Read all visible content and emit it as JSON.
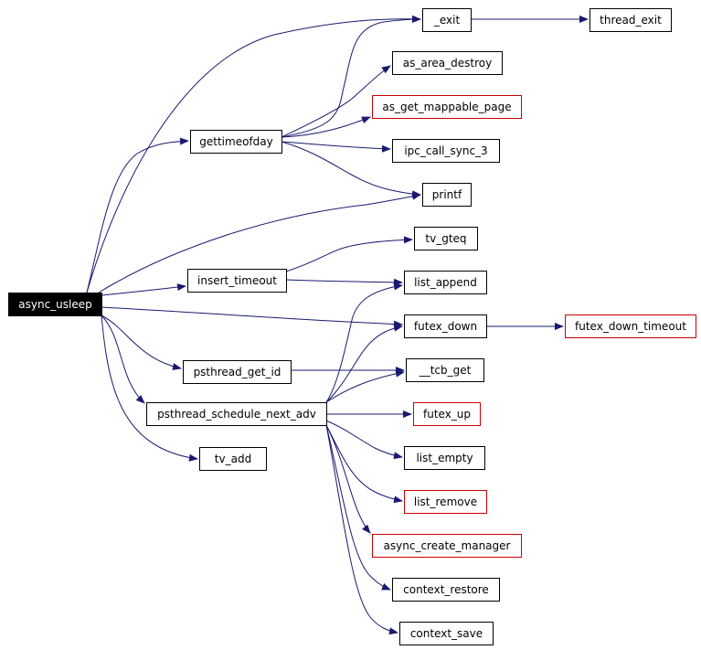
{
  "diagram": {
    "colors": {
      "edge": "#191970",
      "border": "#000000",
      "border_incomplete": "#cc0000",
      "root_fill": "#000000",
      "root_text": "#ffffff",
      "node_fill": "#ffffff",
      "node_text": "#000000"
    },
    "nodes": [
      {
        "id": "async_usleep",
        "label": "async_usleep",
        "style": "root"
      },
      {
        "id": "_exit",
        "label": "_exit",
        "style": "normal"
      },
      {
        "id": "thread_exit",
        "label": "thread_exit",
        "style": "normal"
      },
      {
        "id": "as_area_destroy",
        "label": "as_area_destroy",
        "style": "normal"
      },
      {
        "id": "as_get_mappable_page",
        "label": "as_get_mappable_page",
        "style": "incomplete"
      },
      {
        "id": "gettimeofday",
        "label": "gettimeofday",
        "style": "normal"
      },
      {
        "id": "ipc_call_sync_3",
        "label": "ipc_call_sync_3",
        "style": "normal"
      },
      {
        "id": "printf",
        "label": "printf",
        "style": "normal"
      },
      {
        "id": "tv_gteq",
        "label": "tv_gteq",
        "style": "normal"
      },
      {
        "id": "insert_timeout",
        "label": "insert_timeout",
        "style": "normal"
      },
      {
        "id": "list_append",
        "label": "list_append",
        "style": "normal"
      },
      {
        "id": "futex_down",
        "label": "futex_down",
        "style": "normal"
      },
      {
        "id": "futex_down_timeout",
        "label": "futex_down_timeout",
        "style": "incomplete"
      },
      {
        "id": "psthread_get_id",
        "label": "psthread_get_id",
        "style": "normal"
      },
      {
        "id": "__tcb_get",
        "label": "__tcb_get",
        "style": "normal"
      },
      {
        "id": "psthread_schedule_next_adv",
        "label": "psthread_schedule_next_adv",
        "style": "normal"
      },
      {
        "id": "futex_up",
        "label": "futex_up",
        "style": "incomplete"
      },
      {
        "id": "tv_add",
        "label": "tv_add",
        "style": "normal"
      },
      {
        "id": "list_empty",
        "label": "list_empty",
        "style": "normal"
      },
      {
        "id": "list_remove",
        "label": "list_remove",
        "style": "incomplete"
      },
      {
        "id": "async_create_manager",
        "label": "async_create_manager",
        "style": "incomplete"
      },
      {
        "id": "context_restore",
        "label": "context_restore",
        "style": "normal"
      },
      {
        "id": "context_save",
        "label": "context_save",
        "style": "normal"
      }
    ],
    "edges": [
      [
        "async_usleep",
        "_exit"
      ],
      [
        "async_usleep",
        "gettimeofday"
      ],
      [
        "async_usleep",
        "printf"
      ],
      [
        "async_usleep",
        "insert_timeout"
      ],
      [
        "async_usleep",
        "futex_down"
      ],
      [
        "async_usleep",
        "psthread_get_id"
      ],
      [
        "async_usleep",
        "psthread_schedule_next_adv"
      ],
      [
        "async_usleep",
        "tv_add"
      ],
      [
        "_exit",
        "thread_exit"
      ],
      [
        "gettimeofday",
        "_exit"
      ],
      [
        "gettimeofday",
        "as_area_destroy"
      ],
      [
        "gettimeofday",
        "as_get_mappable_page"
      ],
      [
        "gettimeofday",
        "ipc_call_sync_3"
      ],
      [
        "gettimeofday",
        "printf"
      ],
      [
        "insert_timeout",
        "tv_gteq"
      ],
      [
        "insert_timeout",
        "list_append"
      ],
      [
        "futex_down",
        "futex_down_timeout"
      ],
      [
        "psthread_get_id",
        "__tcb_get"
      ],
      [
        "psthread_schedule_next_adv",
        "list_append"
      ],
      [
        "psthread_schedule_next_adv",
        "futex_down"
      ],
      [
        "psthread_schedule_next_adv",
        "__tcb_get"
      ],
      [
        "psthread_schedule_next_adv",
        "futex_up"
      ],
      [
        "psthread_schedule_next_adv",
        "list_empty"
      ],
      [
        "psthread_schedule_next_adv",
        "list_remove"
      ],
      [
        "psthread_schedule_next_adv",
        "async_create_manager"
      ],
      [
        "psthread_schedule_next_adv",
        "context_restore"
      ],
      [
        "psthread_schedule_next_adv",
        "context_save"
      ]
    ]
  }
}
